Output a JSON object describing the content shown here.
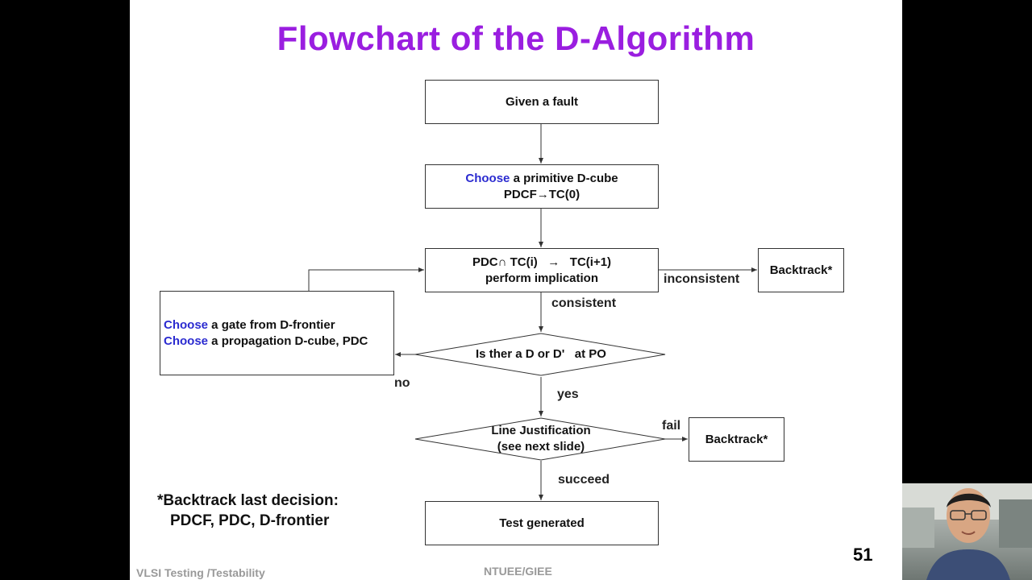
{
  "slide": {
    "title": "Flowchart of the D-Algorithm",
    "page_number": "51",
    "footer_left": "VLSI Testing /Testability",
    "footer_center": "NTUEE/GIEE"
  },
  "flowchart": {
    "given_fault": "Given a fault",
    "primitive": {
      "choose": "Choose",
      "line1_rest": " a primitive D-cube",
      "line2": "PDCF→TC(0)"
    },
    "intersect": {
      "line1": "PDC∩ TC(i)   →   TC(i+1)",
      "line2": "perform implication"
    },
    "backtrack_top": "Backtrack*",
    "inconsistent": "inconsistent",
    "consistent": "consistent",
    "choose_gate": {
      "choose1": "Choose",
      "line1_rest": " a gate from D-frontier",
      "choose2": "Choose",
      "line2_rest": " a propagation D-cube, PDC"
    },
    "decision_po": "Is ther a D or D'   at PO",
    "no": "no",
    "yes": "yes",
    "line_just": {
      "line1": "Line Justification",
      "line2": "(see next slide)"
    },
    "fail": "fail",
    "backtrack_bottom": "Backtrack*",
    "succeed": "succeed",
    "test_generated": "Test generated"
  },
  "note": {
    "line1": "*Backtrack last decision:",
    "line2": "PDCF, PDC, D-frontier"
  },
  "colors": {
    "title": "#9a1ee0",
    "choose": "#2b2bd0"
  }
}
